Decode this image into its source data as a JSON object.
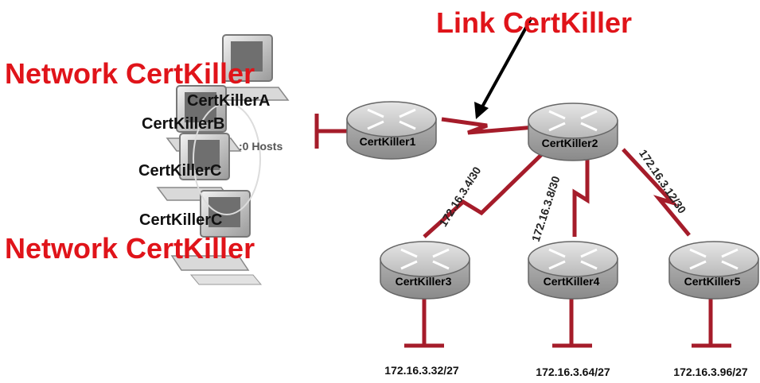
{
  "labels": {
    "link_title": "Link CertKiller",
    "network_top": "Network CertKiller",
    "network_bottom": "Network CertKiller",
    "hosts": ":0 Hosts"
  },
  "pcs": [
    "CertKillerA",
    "CertKillerB",
    "CertKillerC",
    "CertKillerC"
  ],
  "routers": [
    "CertKiller1",
    "CertKiller2",
    "CertKiller3",
    "CertKiller4",
    "CertKiller5"
  ],
  "links": [
    "172.16.3.4/30",
    "172.16.3.8/30",
    "172.16.3.12/30"
  ],
  "subnets": [
    "172.16.3.32/27",
    "172.16.3.64/27",
    "172.16.3.96/27"
  ],
  "colors": {
    "label_red": "#e0141a",
    "link_red": "#a51c2a",
    "router_body": "#a9a9a9"
  }
}
